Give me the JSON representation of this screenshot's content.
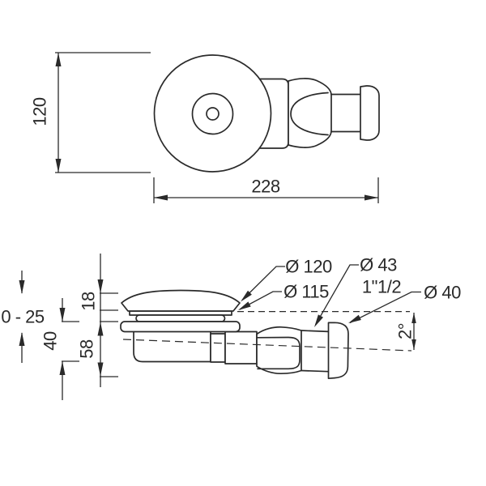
{
  "colors": {
    "line": "#2a2a2a",
    "background": "#ffffff"
  },
  "top_view": {
    "height_dim": "120",
    "width_dim": "228"
  },
  "side_view": {
    "adjust_range_dim": "0 - 25",
    "install_depth_dim": "40",
    "cap_height_dim": "18",
    "total_height_dim": "58",
    "cap_diameter_label": "Ø 120",
    "flange_diameter_label": "Ø 115",
    "trap_diameter_label": "Ø 43",
    "thread_size_label": "1\"1/2",
    "outlet_diameter_label": "Ø 40",
    "slope_angle_label": "2°"
  }
}
